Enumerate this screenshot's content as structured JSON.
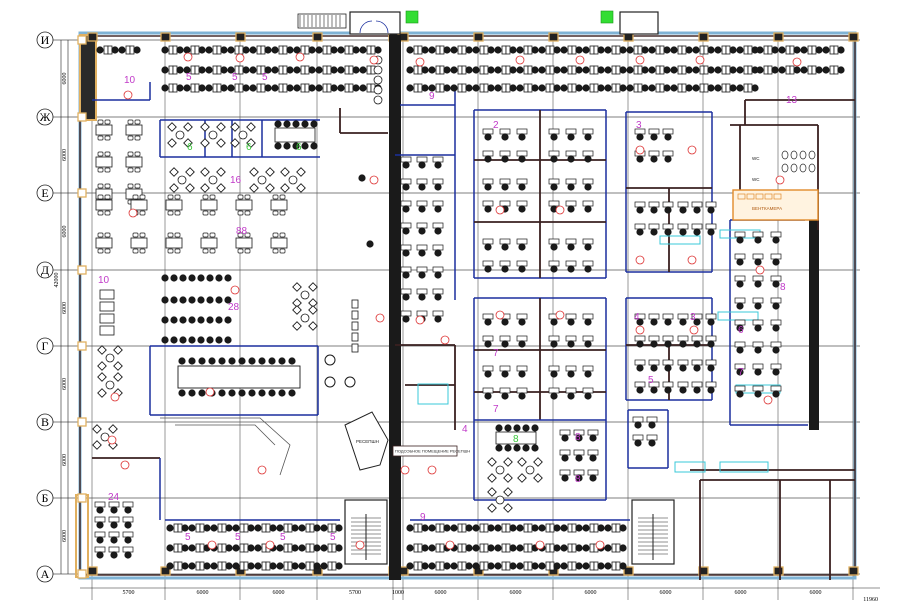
{
  "axes": {
    "rows": [
      "И",
      "Ж",
      "Е",
      "Д",
      "Г",
      "В",
      "Б",
      "А"
    ],
    "row_spans": [
      "6000",
      "6000",
      "6000",
      "6000",
      "6000",
      "6000",
      "6000"
    ],
    "row_total": "42000",
    "column_spans": [
      "5700",
      "6000",
      "6000",
      "5700",
      "1000",
      "6000",
      "6000",
      "6000",
      "6000",
      "6000",
      "6000"
    ],
    "column_total": "11960"
  },
  "capacity_labels": [
    "10",
    "5",
    "5",
    "5",
    "16",
    "88",
    "28",
    "9",
    "13",
    "2",
    "3",
    "7",
    "7",
    "8",
    "8",
    "4",
    "3",
    "5",
    "6",
    "7",
    "8",
    "24",
    "9",
    "5",
    "5",
    "5",
    "5",
    "10",
    "4"
  ],
  "meeting_labels": [
    "6",
    "6",
    "6",
    "8"
  ],
  "room_texts": {
    "wc1": "WC",
    "wc2": "WC",
    "vent": "ВЕНТКАМЕРА",
    "reception": "РЕСЕПШН",
    "utility": "ПОДСОБНОЕ ПОМЕЩЕНИЕ РЕСЕПШН"
  },
  "colors": {
    "wall": "#3a2020",
    "partition": "#1b2f9e",
    "facade": "#7fb3d5",
    "column_border": "#e0b060",
    "capacity": "#c03ac8",
    "exit_sign": "#33dd33",
    "glass": "#38c8d8",
    "vent_room": "#e08a2a"
  }
}
